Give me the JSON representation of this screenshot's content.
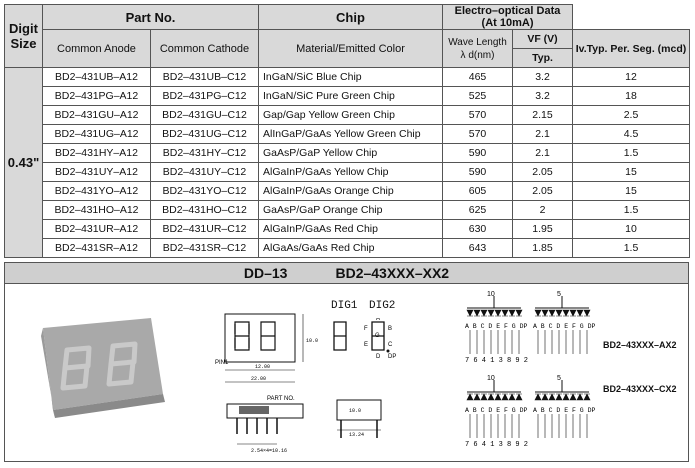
{
  "table": {
    "headers": {
      "digit_size": "Digit Size",
      "part_no": "Part No.",
      "chip": "Chip",
      "electro": "Electro–optical Data",
      "electro_sub": "(At 10mA)",
      "common_anode": "Common Anode",
      "common_cathode": "Common Cathode",
      "material": "Material/Emitted Color",
      "wave": "Wave Length",
      "wave_unit": "λ d(nm)",
      "vf": "VF (V)",
      "typ": "Typ.",
      "iv": "Iv.Typ. Per. Seg. (mcd)"
    },
    "size": "0.43\"",
    "rows": [
      {
        "ca": "BD2–431UB–A12",
        "cc": "BD2–431UB–C12",
        "mat": "InGaN/SiC  Blue Chip",
        "wl": "465",
        "vf": "3.2",
        "iv": "12"
      },
      {
        "ca": "BD2–431PG–A12",
        "cc": "BD2–431PG–C12",
        "mat": "InGaN/SiC Pure Green Chip",
        "wl": "525",
        "vf": "3.2",
        "iv": "18"
      },
      {
        "ca": "BD2–431GU–A12",
        "cc": "BD2–431GU–C12",
        "mat": "Gap/Gap Yellow Green  Chip",
        "wl": "570",
        "vf": "2.15",
        "iv": "2.5"
      },
      {
        "ca": "BD2–431UG–A12",
        "cc": "BD2–431UG–C12",
        "mat": "AlInGaP/GaAs Yellow Green Chip",
        "wl": "570",
        "vf": "2.1",
        "iv": "4.5"
      },
      {
        "ca": "BD2–431HY–A12",
        "cc": "BD2–431HY–C12",
        "mat": "GaAsP/GaP Yellow  Chip",
        "wl": "590",
        "vf": "2.1",
        "iv": "1.5"
      },
      {
        "ca": "BD2–431UY–A12",
        "cc": "BD2–431UY–C12",
        "mat": "AlGaInP/GaAs Yellow  Chip",
        "wl": "590",
        "vf": "2.05",
        "iv": "15"
      },
      {
        "ca": "BD2–431YO–A12",
        "cc": "BD2–431YO–C12",
        "mat": "AlGaInP/GaAs Orange  Chip",
        "wl": "605",
        "vf": "2.05",
        "iv": "15"
      },
      {
        "ca": "BD2–431HO–A12",
        "cc": "BD2–431HO–C12",
        "mat": "GaAsP/GaP Orange  Chip",
        "wl": "625",
        "vf": "2",
        "iv": "1.5"
      },
      {
        "ca": "BD2–431UR–A12",
        "cc": "BD2–431UR–C12",
        "mat": "AlGaInP/GaAs Red  Chip",
        "wl": "630",
        "vf": "1.95",
        "iv": "10"
      },
      {
        "ca": "BD2–431SR–A12",
        "cc": "BD2–431SR–C12",
        "mat": "AlGaAs/GaAs Red Chip",
        "wl": "643",
        "vf": "1.85",
        "iv": "1.5"
      }
    ]
  },
  "banner": {
    "left": "DD–13",
    "right": "BD2–43XXX–XX2"
  },
  "drawing": {
    "dig1": "DIG1",
    "dig2": "DIG2",
    "pin1": "PIN1",
    "part_no": "PART NO.",
    "seg_a": "A",
    "seg_b": "B",
    "seg_c": "C",
    "seg_d": "D",
    "seg_e": "E",
    "seg_f": "F",
    "seg_g": "G",
    "seg_dp": "DP",
    "ax2": "BD2–43XXX–AX2",
    "cx2": "BD2–43XXX–CX2",
    "pin10": "10",
    "pin5": "5",
    "pin_nums": "7 6 4 1 3 8 9 2",
    "seg_row": "A B C D E F G DP",
    "dim_w": "12.00",
    "dim_w2": "22.00",
    "dim_h": "10.0",
    "dim_pitch": "2.54×4=10.16",
    "dim_side": "13.24",
    "dim_side2": "10.0"
  }
}
